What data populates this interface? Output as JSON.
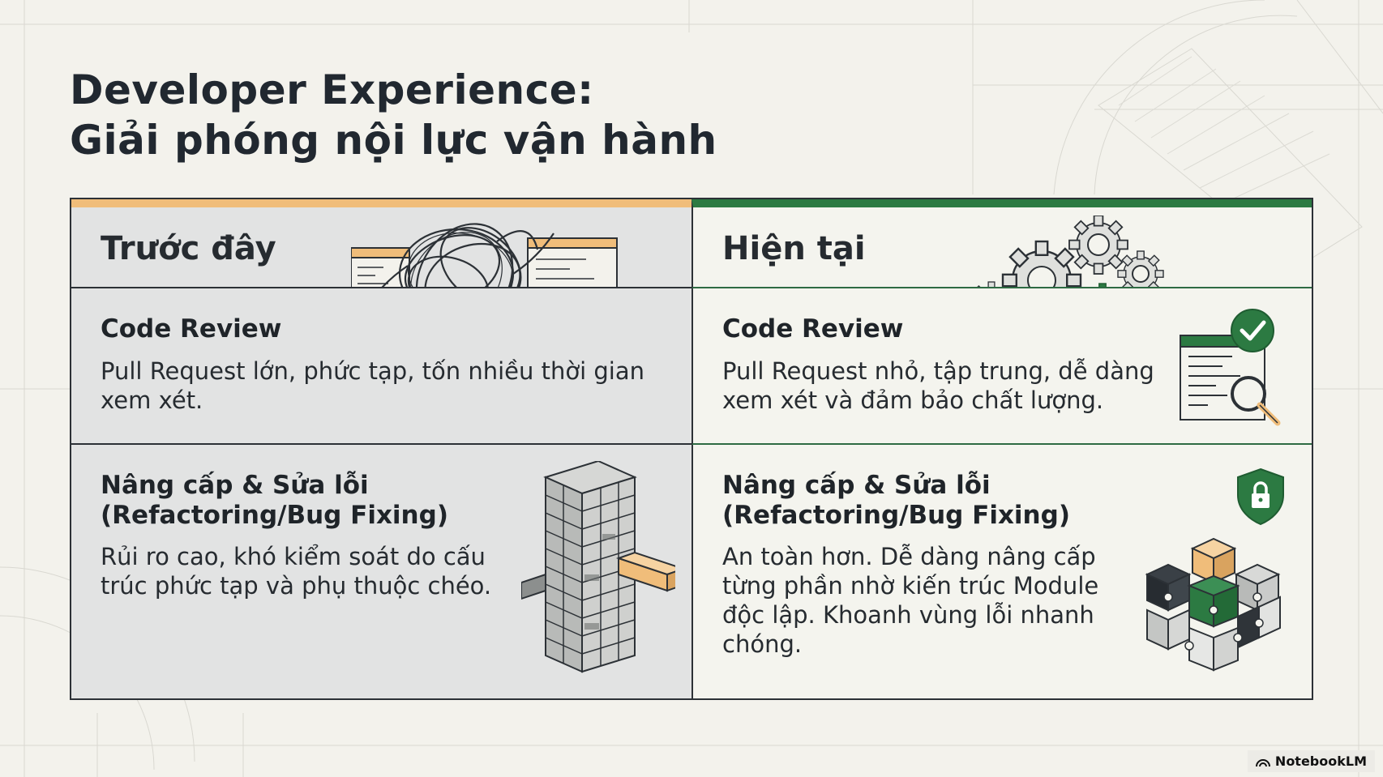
{
  "slide": {
    "title_line1": "Developer Experience:",
    "title_line2": "Giải phóng nội lực vận hành"
  },
  "left": {
    "header": "Trước đây",
    "accent": "#f0bd7a",
    "rows": [
      {
        "title": "Code Review",
        "text": "Pull Request lớn, phức tạp, tốn nhiều thời gian xem xét."
      },
      {
        "title": "Nâng cấp & Sửa lỗi (Refactoring/Bug Fixing)",
        "text": "Rủi ro cao, khó kiểm soát do cấu trúc phức tạp và phụ thuộc chéo."
      }
    ],
    "icons": [
      "tangled-cables-icon",
      "jenga-tower-icon"
    ]
  },
  "right": {
    "header": "Hiện tại",
    "accent": "#2c7a42",
    "rows": [
      {
        "title": "Code Review",
        "text": "Pull Request nhỏ, tập trung, dễ dàng xem xét và đảm bảo chất lượng."
      },
      {
        "title": "Nâng cấp & Sửa lỗi (Refactoring/Bug Fixing)",
        "text": "An toàn hơn. Dễ dàng nâng cấp từng phần nhờ kiến trúc Module độc lập. Khoanh vùng lỗi nhanh chóng."
      }
    ],
    "icons": [
      "gears-icon",
      "code-review-check-icon",
      "shield-lock-icon",
      "puzzle-cube-icon"
    ]
  },
  "watermark": {
    "label": "NotebookLM",
    "icon": "notebooklm-logo-icon"
  }
}
